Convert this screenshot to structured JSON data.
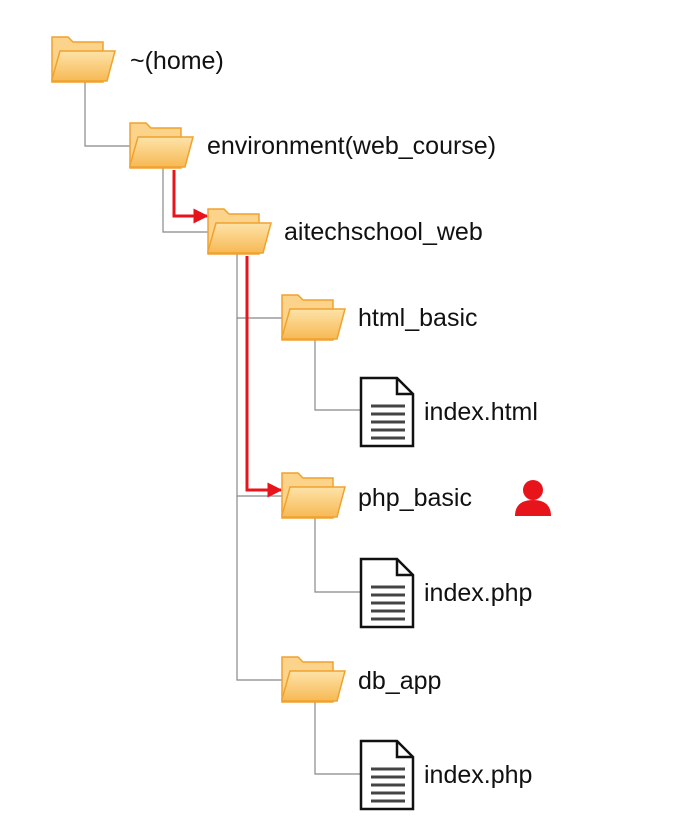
{
  "tree": {
    "home": {
      "label": "~(home)",
      "icon": "folder-icon"
    },
    "environment": {
      "label": "environment(web_course)",
      "icon": "folder-icon"
    },
    "aitechschool_web": {
      "label": "aitechschool_web",
      "icon": "folder-icon"
    },
    "html_basic": {
      "label": "html_basic",
      "icon": "folder-icon"
    },
    "html_basic_index": {
      "label": "index.html",
      "icon": "document-icon"
    },
    "php_basic": {
      "label": "php_basic",
      "icon": "folder-icon",
      "marker": "user-icon"
    },
    "php_basic_index": {
      "label": "index.php",
      "icon": "document-icon"
    },
    "db_app": {
      "label": "db_app",
      "icon": "folder-icon"
    },
    "db_app_index": {
      "label": "index.php",
      "icon": "document-icon"
    }
  },
  "colors": {
    "folder_fill": "#fbd38a",
    "folder_stroke": "#f0a22e",
    "connector": "#888888",
    "highlight_path": "#e8141b",
    "user_marker": "#e8141b"
  }
}
